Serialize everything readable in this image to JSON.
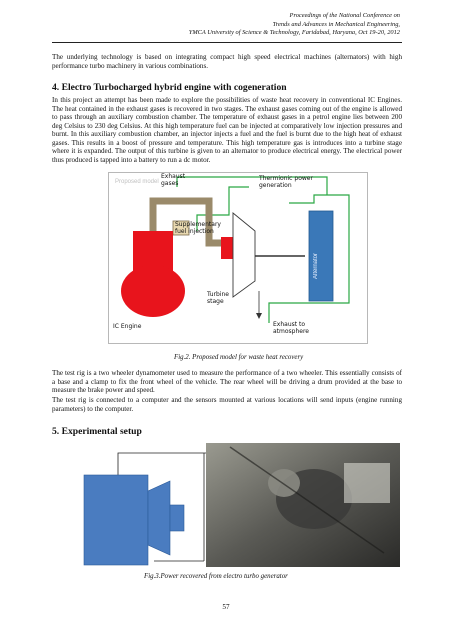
{
  "header": {
    "line1": "Proceedings of the National Conference on",
    "line2": "Trends and Advances in Mechanical Engineering,",
    "line3": "YMCA University of Science & Technology, Faridabad, Haryana, Oct 19-20, 2012"
  },
  "intro_para": "The underlying technology is based on integrating compact high speed electrical machines (alternators) with high performance turbo machinery in various combinations.",
  "section4": {
    "heading": "4. Electro Turbocharged hybrid engine with cogeneration",
    "para": "In this project an attempt has been made to explore the possibilities of waste heat recovery in conventional IC Engines. The heat contained in the exhaust gases is recovered in two stages. The exhaust gases coming out of the engine is allowed to pass through an auxiliary combustion chamber. The temperature of exhaust gases in a petrol engine lies between 200 deg Celsius to 230 deg Celsius. At this high temperature fuel can be injected at comparatively low injection pressures and burnt. In this auxiliary combustion chamber, an injector injects a fuel and the fuel is burnt due to the high heat of exhaust gases. This results in a boost of pressure and temperature. This high temperature gas is introduces into a turbine stage where it is expanded. The output of this turbine is given to an alternator to produce electrical energy. The electrical power thus produced is tapped into a battery to run a dc motor."
  },
  "figure2": {
    "model_label": "Proposed model",
    "label_exhaust": "Exhaust gases",
    "label_thermionic": "Thermionic power generation",
    "label_supplementary": "Supplementary fuel injection",
    "label_alternator": "Alternator",
    "label_turbine": "Turbine stage",
    "label_ic": "IC Engine",
    "label_atmosphere": "Exhaust to atmosphere",
    "caption": "Fig.2. Proposed model for waste heat recovery",
    "colors": {
      "engine": "#e8141c",
      "alternator": "#3a78b8",
      "pipe": "#9a8a6a",
      "turbine": "#e8141c",
      "green_line": "#2aa844"
    }
  },
  "test_rig_para": "The test rig is a two wheeler dynamometer used to measure the performance of a two wheeler. This essentially consists of a base and a clamp to fix the front wheel of the vehicle. The rear wheel will be driving a drum provided at the base to measure the brake power and speed.",
  "test_rig_para2": "The test rig is connected to a computer and the sensors mounted at various locations will send inputs (engine running parameters) to the computer.",
  "section5": {
    "heading": "5. Experimental setup"
  },
  "figure3": {
    "caption": "Fig.3.Power recovered from electro turbo generator",
    "colors": {
      "block": "#4a7cc0"
    }
  },
  "page_number": "57"
}
